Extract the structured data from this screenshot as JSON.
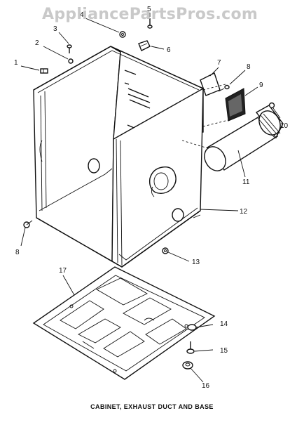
{
  "watermark": "AppliancePartsPros.com",
  "caption": "CABINET, EXHAUST DUCT AND BASE",
  "callouts": [
    "1",
    "2",
    "3",
    "4",
    "5",
    "6",
    "7",
    "8",
    "9",
    "10",
    "11",
    "12",
    "8",
    "13",
    "17",
    "14",
    "15",
    "16"
  ]
}
